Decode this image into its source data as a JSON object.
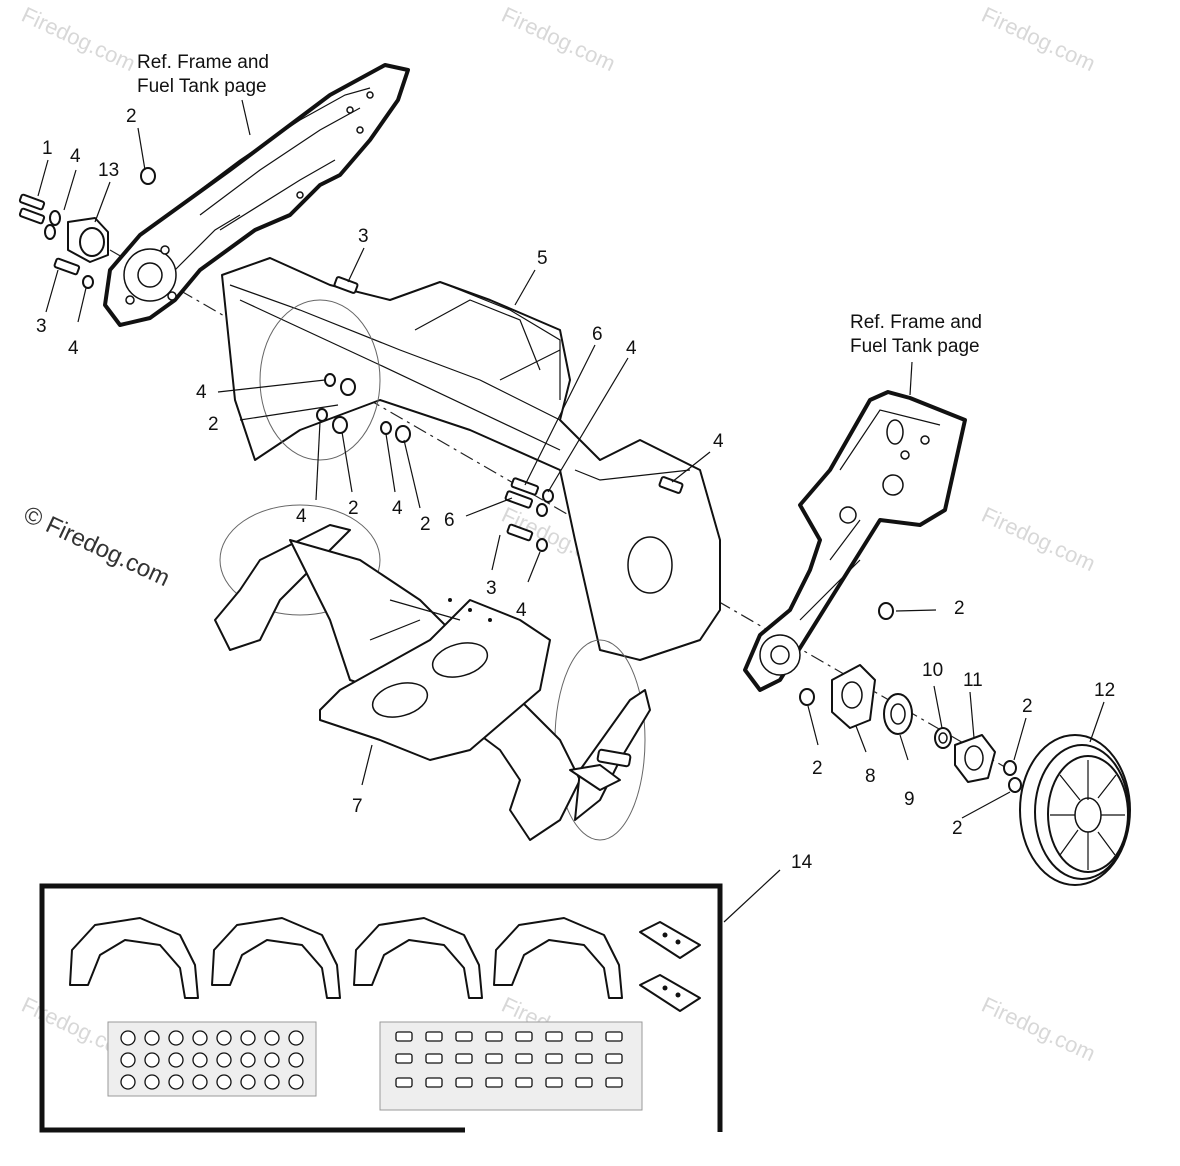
{
  "watermark": "Firedog.com",
  "copyright": "© Firedog.com",
  "references": {
    "top_left": [
      "Ref. Frame and",
      "Fuel Tank page"
    ],
    "right": [
      "Ref. Frame and",
      "Fuel Tank page"
    ]
  },
  "callouts": {
    "c1": "1",
    "c4a": "4",
    "c13": "13",
    "c2a": "2",
    "c3a": "3",
    "c4b": "4",
    "c3b": "3",
    "c5": "5",
    "c6a": "6",
    "c4c": "4",
    "c4d": "4",
    "c2b": "2",
    "c4e": "4",
    "c4f": "4",
    "c2c": "2",
    "c4g": "4",
    "c2d": "2",
    "c6b": "6",
    "c3c": "3",
    "c4h": "4",
    "c2e": "2",
    "c10": "10",
    "c11": "11",
    "c12": "12",
    "c2f": "2",
    "c2g": "2",
    "c8": "8",
    "c9": "9",
    "c2h": "2",
    "c7": "7",
    "c14": "14"
  }
}
